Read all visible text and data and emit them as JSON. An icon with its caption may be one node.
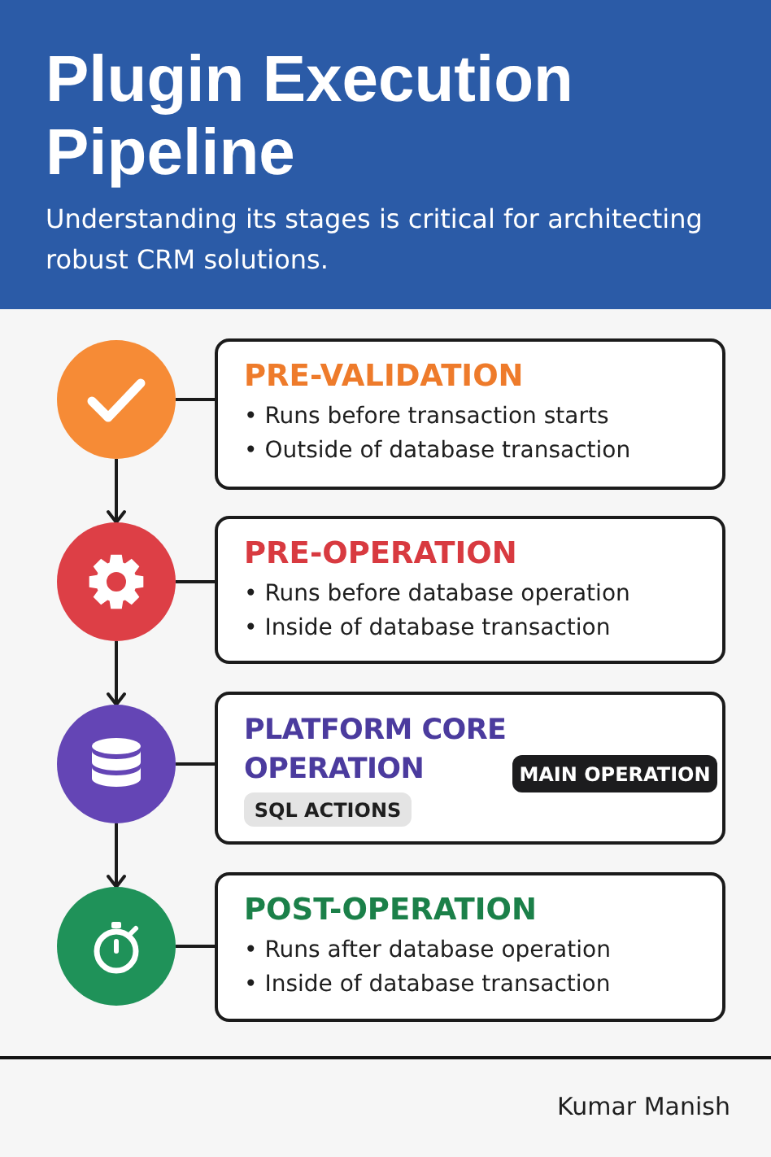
{
  "diagram": {
    "title": "Plugin Execution Pipeline",
    "nodes": [
      {
        "text": [],
        "shape": "circle"
      },
      {
        "text": [
          "PRE-VALIDATION",
          "• Runs before transaction starts",
          "• Outside of database transaction"
        ]
      },
      {
        "text": [],
        "shape": "circle"
      },
      {
        "text": [
          "PRE-OPERATION",
          "• Runs before database operation",
          "• Inside of database transaction"
        ]
      },
      {
        "text": [],
        "shape": "circle"
      },
      {
        "text": [
          "PLATFORM CORE OPERATION"
        ]
      },
      {
        "text": [
          "MAIN OPERATION"
        ],
        "in": 5
      },
      {
        "text": [
          "SQL ACTIONS"
        ],
        "in": 5
      },
      {
        "text": [],
        "shape": "circle"
      },
      {
        "text": [
          "POST-OPERATION",
          "• Runs after database operation",
          "• Inside of database transaction"
        ]
      }
    ],
    "edges": [
      {
        "from": 0,
        "to": 1,
        "arrow": "none"
      },
      {
        "from": 0,
        "to": 2,
        "arrow": "to"
      },
      {
        "from": 2,
        "to": 3,
        "arrow": "none"
      },
      {
        "from": 2,
        "to": 4,
        "arrow": "to"
      },
      {
        "from": 4,
        "to": 5,
        "arrow": "none"
      },
      {
        "from": 4,
        "to": 8,
        "arrow": "to"
      },
      {
        "from": 8,
        "to": 9,
        "arrow": "none"
      }
    ],
    "labels": [
      "Understanding its stages is critical for architecting robust CRM solutions.",
      "Kumar Manish"
    ]
  }
}
